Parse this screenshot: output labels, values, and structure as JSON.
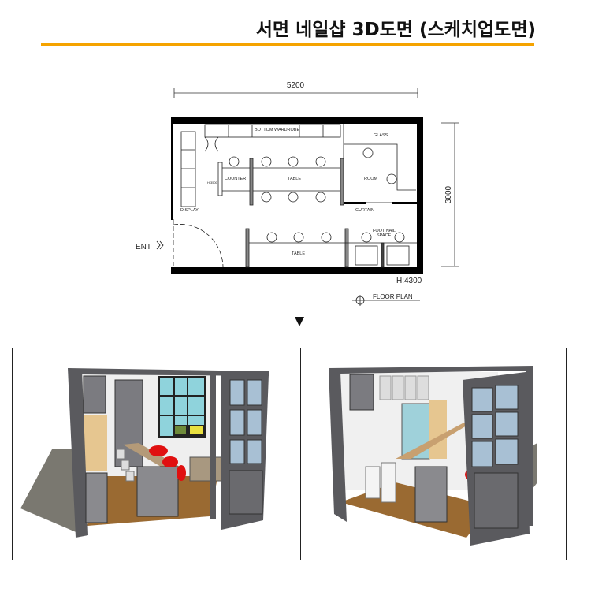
{
  "title": "서면 네일샵 3D도면 (스케치업도면)",
  "colors": {
    "accent": "#f5a300",
    "wall": "#000000",
    "frame_gray": "#5a5a5e",
    "floor_wood": "#9a6a32",
    "chair_red": "#e01010",
    "glass_blue": "#8fd3dc"
  },
  "floor_plan": {
    "width_dim": "5200",
    "depth_dim": "3000",
    "height_note": "H:4300",
    "entrance": "ENT",
    "entrance_icon": "chevron-right-icon",
    "labels": {
      "bottom_wardrobe": "BOTTOM WARDROBE",
      "glass": "GLASS",
      "counter": "COUNTER",
      "counter_height": "H:3500",
      "table_top": "TABLE",
      "room": "ROOM",
      "display": "DISPLAY",
      "curtain": "CURTAIN",
      "foot_nail_space_1": "FOOT NAIL",
      "foot_nail_space_2": "SPACE",
      "table_bottom": "TABLE"
    },
    "caption": "FLOOR PLAN",
    "caption_icon": "section-marker-icon"
  },
  "arrow_icon": "triangle-down-icon",
  "renders": [
    {
      "view": "left-perspective"
    },
    {
      "view": "right-perspective"
    }
  ]
}
